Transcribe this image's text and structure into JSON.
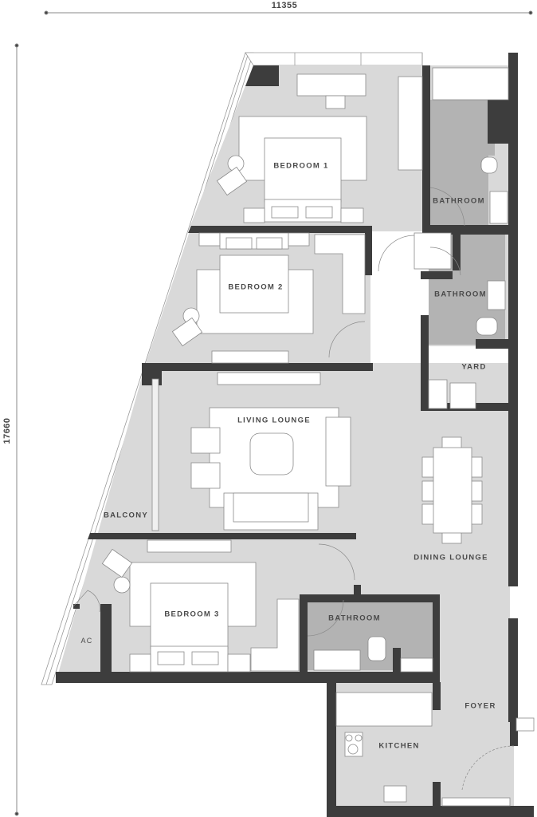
{
  "dimensions": {
    "width_label": "11355",
    "height_label": "17660"
  },
  "rooms": {
    "bedroom1": "BEDROOM 1",
    "bedroom2": "BEDROOM 2",
    "bedroom3": "BEDROOM 3",
    "bathroom_master": "BATHROOM",
    "bathroom_common": "BATHROOM",
    "bathroom_bed3": "BATHROOM",
    "yard": "YARD",
    "living": "LIVING LOUNGE",
    "dining": "DINING LOUNGE",
    "balcony": "BALCONY",
    "ac": "AC",
    "kitchen": "KITCHEN",
    "foyer": "FOYER"
  },
  "colors": {
    "wall": "#3d3d3d",
    "floor": "#d9d9d9",
    "wet_floor": "#b3b3b3",
    "furniture": "#ffffff",
    "line": "#8a8a8a",
    "text": "#4a4a4a"
  }
}
